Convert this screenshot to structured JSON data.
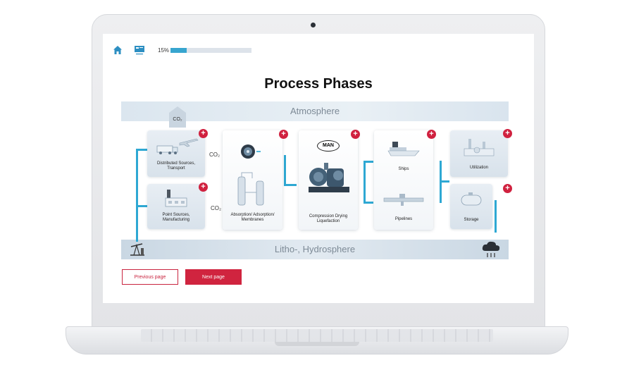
{
  "topbar": {
    "progress_text": "15%",
    "progress_fraction": 0.2
  },
  "page": {
    "title": "Process Phases"
  },
  "diagram": {
    "atmosphere_label": "Atmosphere",
    "litho_label": "Litho-, Hydrosphere",
    "co2_label": "CO₂",
    "cards": {
      "distributed": "Distributed Sources, Transport",
      "point": "Point Sources, Manufacturing",
      "absorption": "Absorption/ Adsorption/ Membranes",
      "compression": "Compression Drying Liquefaction",
      "ships": "Ships",
      "pipelines": "Pipelines",
      "utilization": "Utilization",
      "storage": "Storage"
    },
    "brand_logo_text": "MAN",
    "plus_symbol": "+"
  },
  "buttons": {
    "previous": "Previous page",
    "next": "Next page"
  },
  "colors": {
    "accent_red": "#d0213f",
    "flow_blue": "#2ea8d3",
    "progress_blue": "#37a5cf"
  },
  "icons": [
    "home-icon",
    "presentation-icon",
    "plus-icon",
    "co2-cloud-icon",
    "oil-pump-icon"
  ]
}
